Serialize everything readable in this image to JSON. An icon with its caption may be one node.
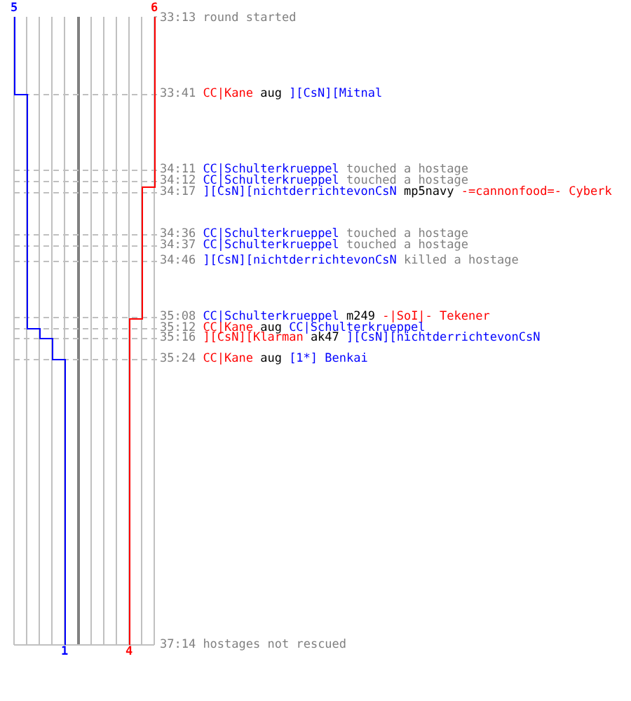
{
  "diagram": {
    "labels": [
      "5",
      "6",
      "33:13",
      "round started",
      "33:41",
      "CC|Kane",
      "aug",
      "][CsN][Mitnal",
      "34:11",
      "CC|Schulterkrueppel",
      "touched a hostage",
      "34:12",
      "CC|Schulterkrueppel",
      "touched a hostage",
      "34:17",
      "][CsN][nichtderrichtevonCsN",
      "mp5navy",
      "-=cannonfood=- Cyberk",
      "34:36",
      "CC|Schulterkrueppel",
      "touched a hostage",
      "34:37",
      "CC|Schulterkrueppel",
      "touched a hostage",
      "34:46",
      "][CsN][nichtderrichtevonCsN",
      "killed a hostage",
      "35:08",
      "CC|Schulterkrueppel",
      "m249",
      "-|SoI|- Tekener",
      "35:12",
      "CC|Kane",
      "aug",
      "CC|Schulterkrueppel",
      "35:16",
      "][CsN][Klarman",
      "ak47",
      "][CsN][nichtderrichtevonCsN",
      "35:24",
      "CC|Kane",
      "aug",
      "[1*] Benkai",
      "1",
      "4",
      "37:14",
      "hostages not rescued"
    ]
  }
}
